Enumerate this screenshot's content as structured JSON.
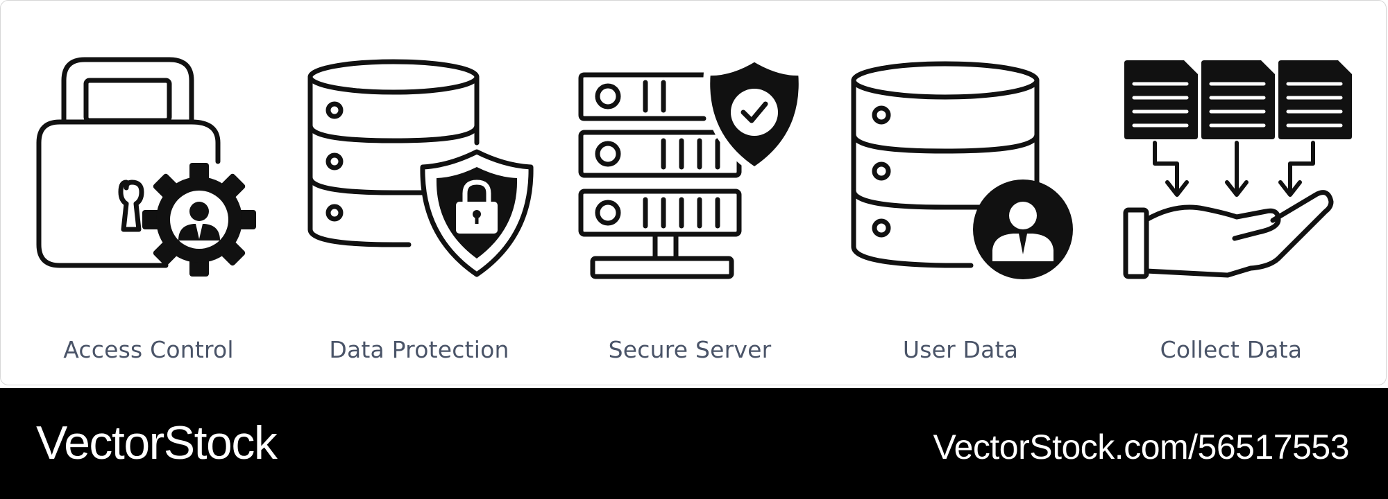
{
  "icons": [
    {
      "label": "Access Control",
      "icon": "padlock-gear-user-icon"
    },
    {
      "label": "Data Protection",
      "icon": "database-shield-lock-icon"
    },
    {
      "label": "Secure Server",
      "icon": "server-shield-check-icon"
    },
    {
      "label": "User Data",
      "icon": "database-user-icon"
    },
    {
      "label": "Collect Data",
      "icon": "documents-hand-icon"
    }
  ],
  "footer": {
    "brand": "VectorStock",
    "url": "VectorStock.com/56517553"
  }
}
